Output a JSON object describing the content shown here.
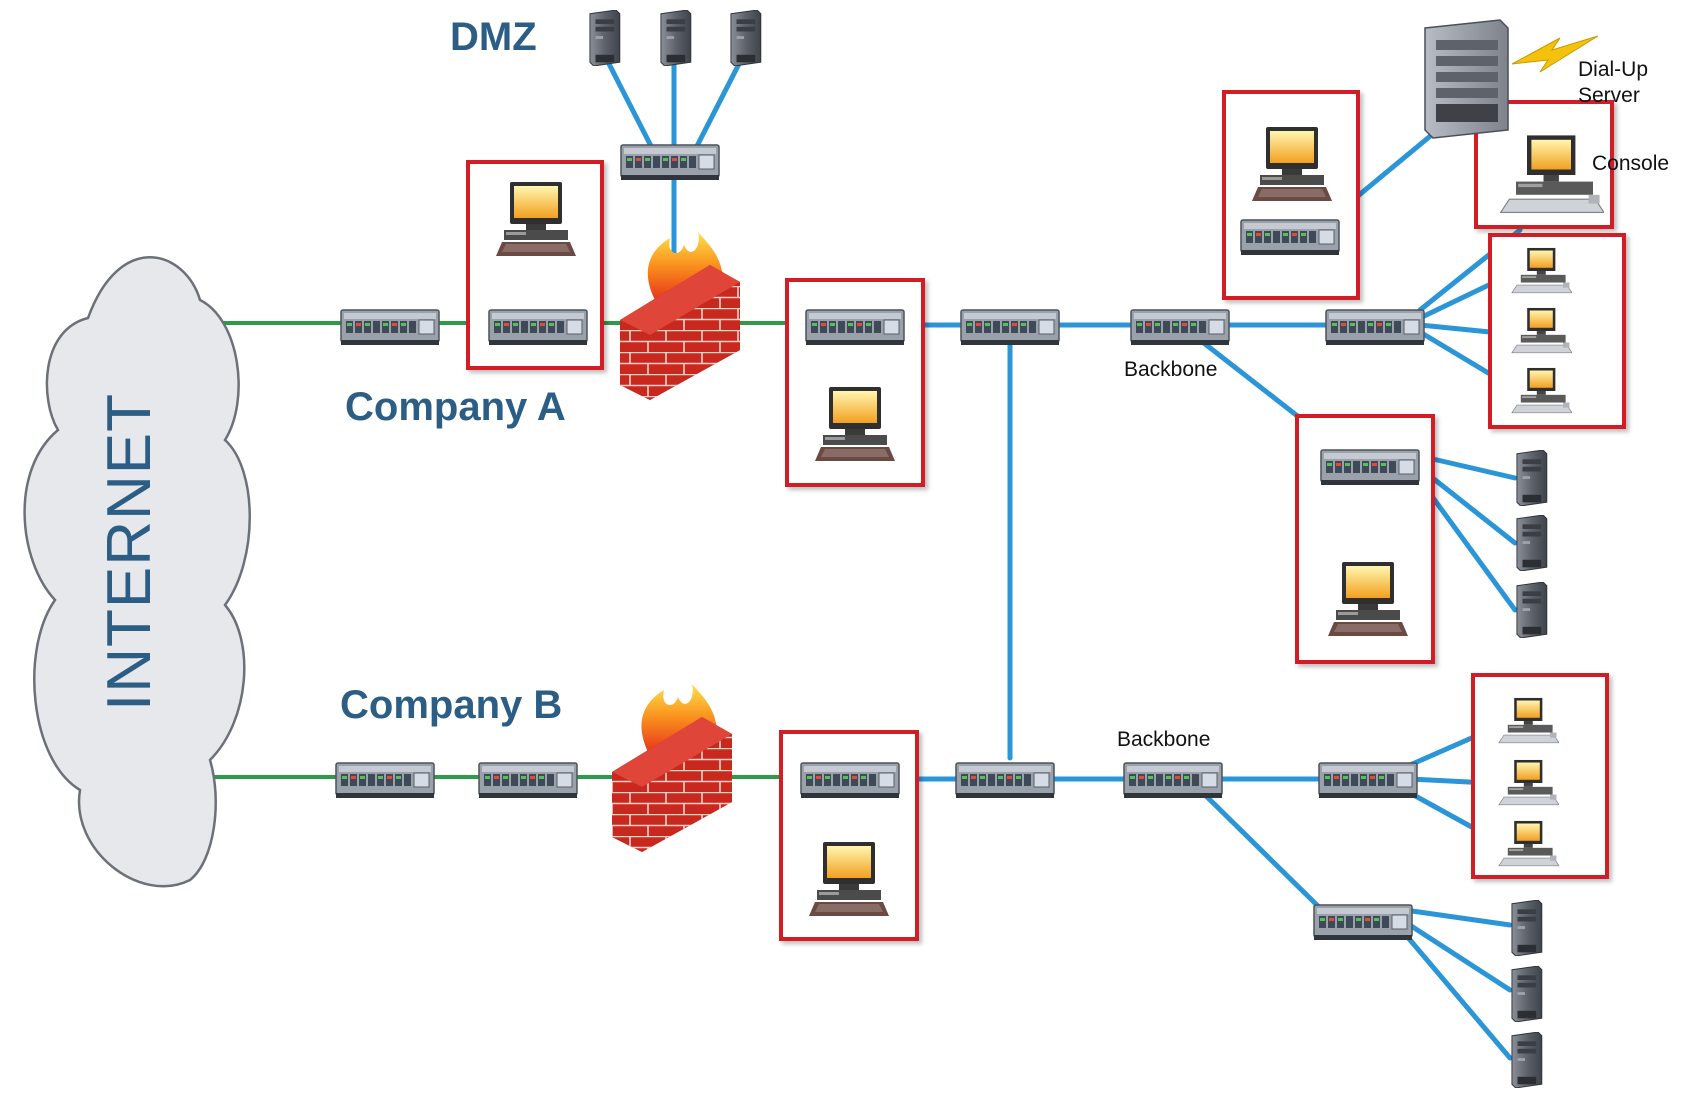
{
  "labels": {
    "internet": "INTERNET",
    "dmz": "DMZ",
    "company_a": "Company A",
    "company_b": "Company B",
    "backbone_a": "Backbone",
    "backbone_b": "Backbone",
    "dial_up_line1": "Dial-Up",
    "dial_up_line2": "Server",
    "console": "Console"
  },
  "colors": {
    "internet_link": "#2e9a4a",
    "lan_link": "#2a96d8",
    "highlight_box": "#d21f26",
    "label_blue": "#2c5d85",
    "cloud_fill": "#e7e8ec",
    "cloud_stroke": "#6c7079"
  },
  "icons": {
    "cloud": "internet-cloud-icon",
    "switch": "network-switch-icon",
    "firewall": "firewall-icon",
    "workstation": "workstation-icon",
    "server": "tower-server-icon",
    "dial_up_server": "rack-server-icon",
    "lightning": "lightning-icon"
  }
}
